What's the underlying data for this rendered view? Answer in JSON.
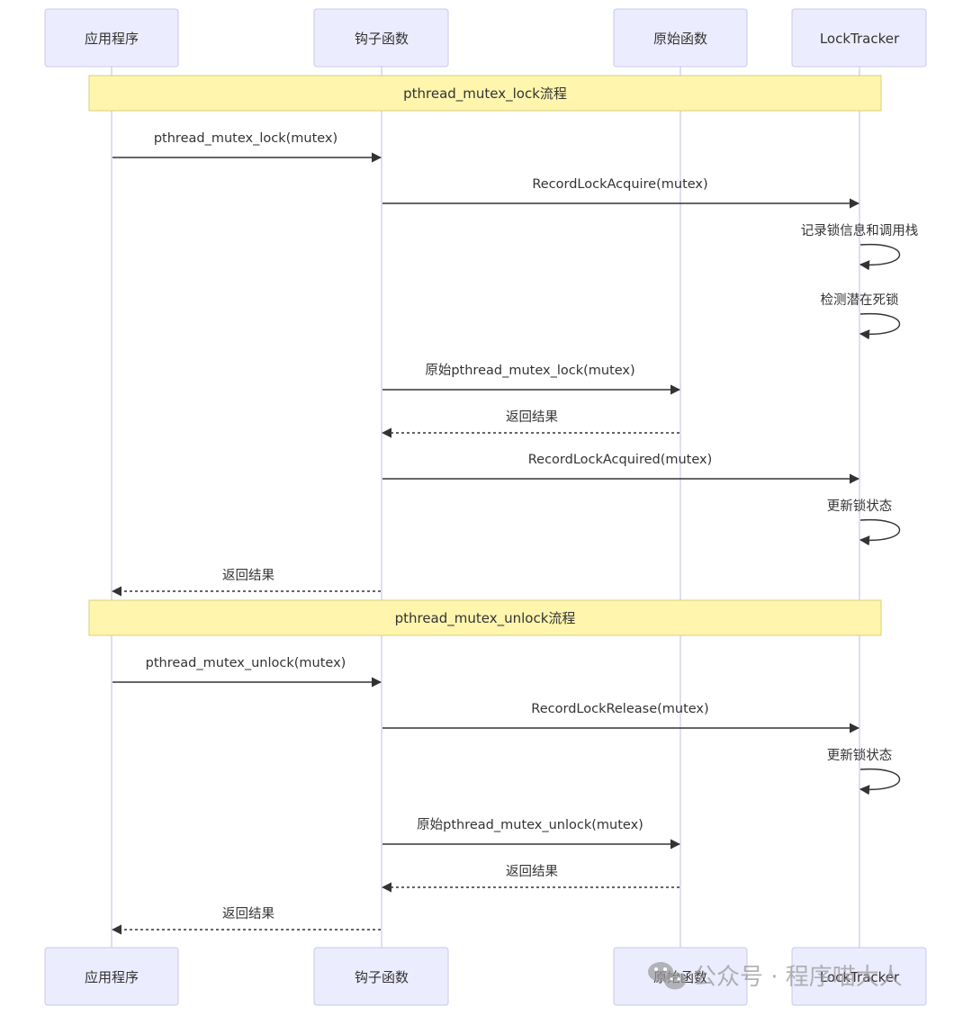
{
  "participants": [
    {
      "id": "app",
      "label": "应用程序"
    },
    {
      "id": "hook",
      "label": "钩子函数"
    },
    {
      "id": "orig",
      "label": "原始函数"
    },
    {
      "id": "tracker",
      "label": "LockTracker"
    }
  ],
  "sections": [
    {
      "label": "pthread_mutex_lock流程"
    },
    {
      "label": "pthread_mutex_unlock流程"
    }
  ],
  "messages": [
    {
      "from": "app",
      "to": "hook",
      "label": "pthread_mutex_lock(mutex)",
      "style": "solid"
    },
    {
      "from": "hook",
      "to": "tracker",
      "label": "RecordLockAcquire(mutex)",
      "style": "solid"
    },
    {
      "from": "tracker",
      "to": "tracker",
      "label": "记录锁信息和调用栈",
      "style": "solid"
    },
    {
      "from": "tracker",
      "to": "tracker",
      "label": "检测潜在死锁",
      "style": "solid"
    },
    {
      "from": "hook",
      "to": "orig",
      "label": "原始pthread_mutex_lock(mutex)",
      "style": "solid"
    },
    {
      "from": "orig",
      "to": "hook",
      "label": "返回结果",
      "style": "dashed"
    },
    {
      "from": "hook",
      "to": "tracker",
      "label": "RecordLockAcquired(mutex)",
      "style": "solid"
    },
    {
      "from": "tracker",
      "to": "tracker",
      "label": "更新锁状态",
      "style": "solid"
    },
    {
      "from": "hook",
      "to": "app",
      "label": "返回结果",
      "style": "dashed"
    },
    {
      "from": "app",
      "to": "hook",
      "label": "pthread_mutex_unlock(mutex)",
      "style": "solid"
    },
    {
      "from": "hook",
      "to": "tracker",
      "label": "RecordLockRelease(mutex)",
      "style": "solid"
    },
    {
      "from": "tracker",
      "to": "tracker",
      "label": "更新锁状态",
      "style": "solid"
    },
    {
      "from": "hook",
      "to": "orig",
      "label": "原始pthread_mutex_unlock(mutex)",
      "style": "solid"
    },
    {
      "from": "orig",
      "to": "hook",
      "label": "返回结果",
      "style": "dashed"
    },
    {
      "from": "hook",
      "to": "app",
      "label": "返回结果",
      "style": "dashed"
    }
  ],
  "watermark": {
    "text": "公众号 · 程序喵大人",
    "icon": "wechat-icon"
  }
}
